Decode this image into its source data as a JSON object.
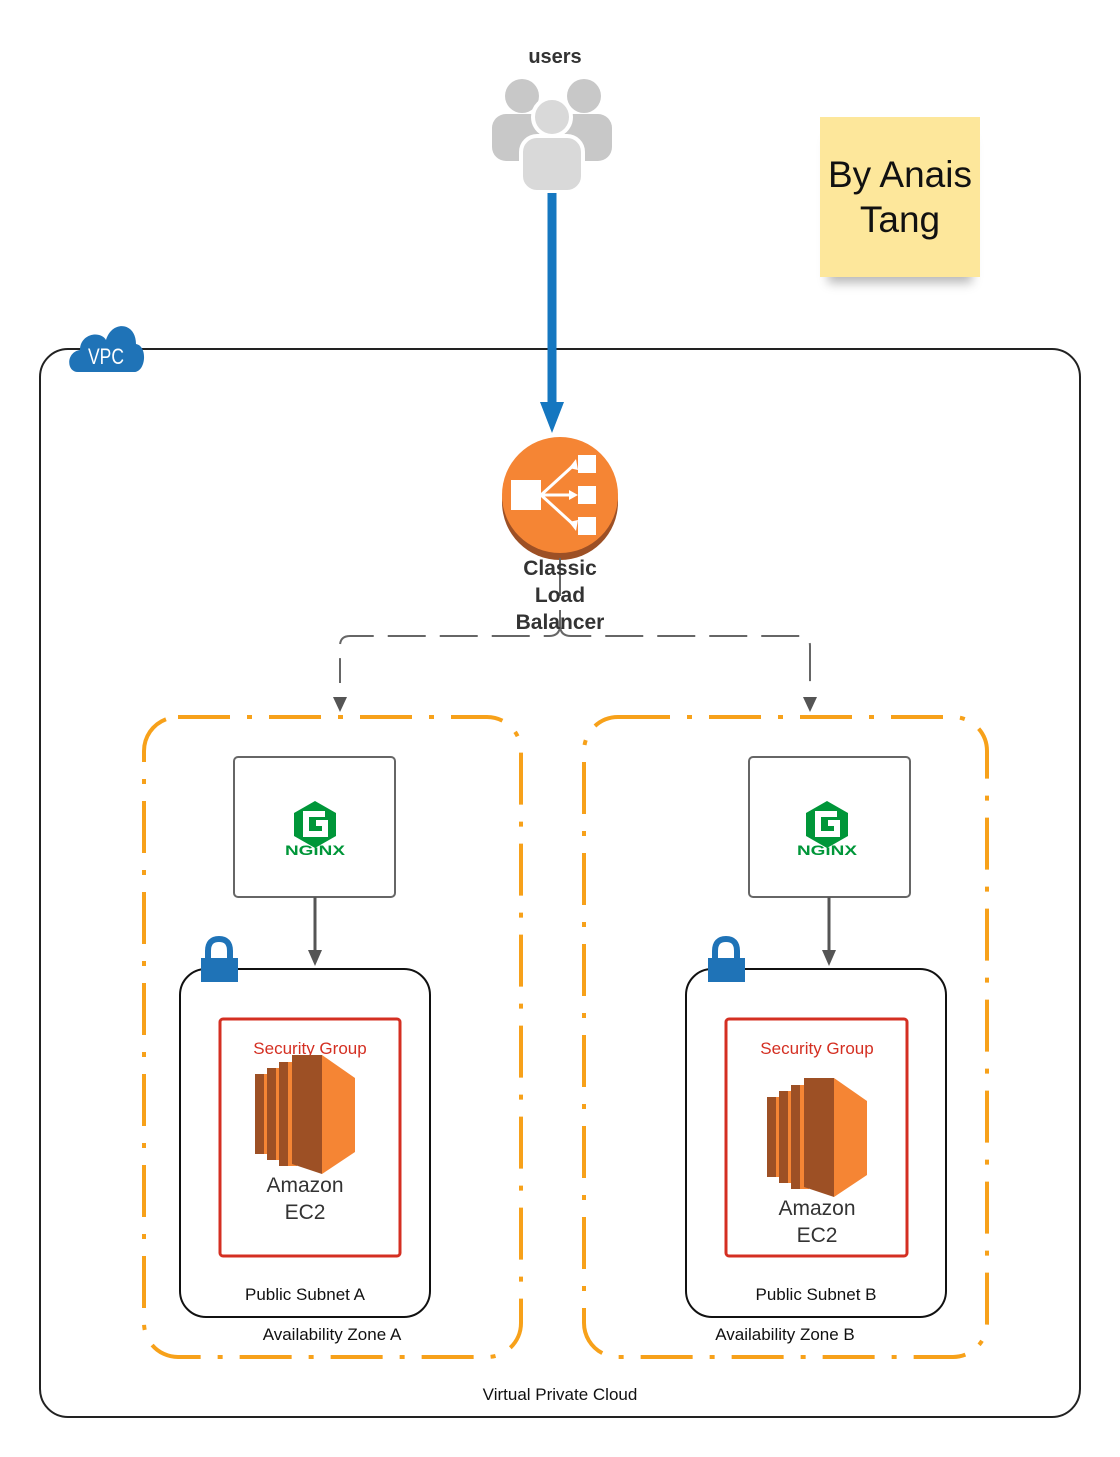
{
  "users": {
    "label": "users"
  },
  "note": {
    "line1": "By Anais",
    "line2": "Tang"
  },
  "vpc": {
    "badge": "VPC",
    "label": "Virtual Private Cloud"
  },
  "load_balancer": {
    "line1": "Classic",
    "line2": "Load",
    "line3": "Balancer"
  },
  "zone_a": {
    "label": "Availability Zone A",
    "nginx": "NGiNX",
    "subnet": "Public Subnet A",
    "security_group": "Security Group",
    "ec2_line1": "Amazon",
    "ec2_line2": "EC2"
  },
  "zone_b": {
    "label": "Availability Zone B",
    "nginx": "NGiNX",
    "subnet": "Public Subnet B",
    "security_group": "Security Group",
    "ec2_line1": "Amazon",
    "ec2_line2": "EC2"
  },
  "colors": {
    "aws_orange": "#f58534",
    "aws_orange_dark": "#9d5025",
    "zone_orange": "#f7a11a",
    "arrow_blue": "#1577c0",
    "security_red": "#d42f22",
    "nginx_green": "#009639",
    "user_gray": "#c8c8c8",
    "note_yellow": "#fde79b"
  }
}
